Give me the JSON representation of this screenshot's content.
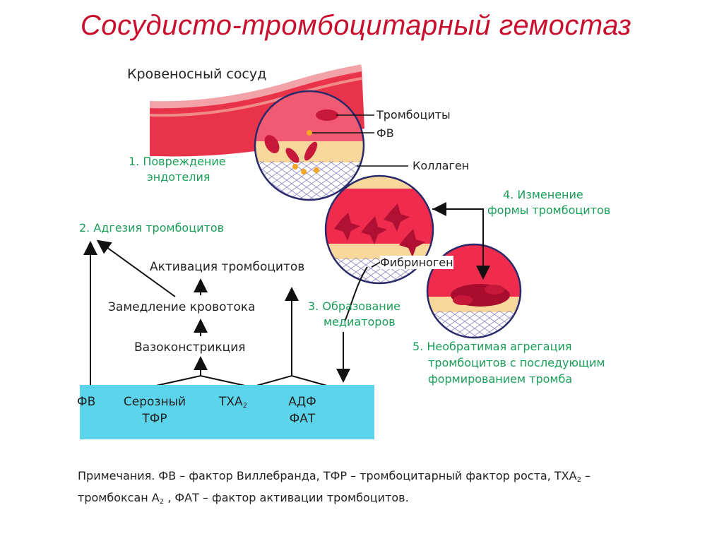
{
  "title": "Сосудисто-тромбоцитарный гемостаз",
  "labels": {
    "vessel": "Кровеносный сосуд",
    "platelets": "Тромбоциты",
    "vwf": "ФВ",
    "collagen": "Коллаген",
    "fibrinogen": "Фибриноген",
    "activation": "Активация тромбоцитов",
    "slowing": "Замедление кровотока",
    "vasoconstriction": "Вазоконстрикция"
  },
  "steps": {
    "s1_line1": "1. Повреждение",
    "s1_line2": "эндотелия",
    "s2": "2. Адгезия тромбоцитов",
    "s3_line1": "3. Образование",
    "s3_line2": "медиаторов",
    "s4_line1": "4. Изменение",
    "s4_line2": "формы тромбоцитов",
    "s5_line1": "5. Необратимая агрегация",
    "s5_line2": "тромбоцитов с последующим",
    "s5_line3": "формированием тромба"
  },
  "mediators": {
    "vwf": "ФВ",
    "serous_line1": "Серозный",
    "serous_line2": "ТФР",
    "txa": "ТХА",
    "txa_sub": "2",
    "adp": "АДФ",
    "fat": "ФАТ"
  },
  "note": {
    "p1": "Примечания. ФВ – фактор Виллебранда, ТФР – тромбоцитарный фактор роста, ТХА",
    "sub1": "2",
    "p2": " – тромбоксан А",
    "sub2": "2",
    "p3": " , ФАТ – фактор активации тромбоцитов."
  },
  "colors": {
    "title": "#c8102e",
    "green": "#1a9e57",
    "box": "#5cd4ec",
    "vessel": "#e8334a"
  }
}
